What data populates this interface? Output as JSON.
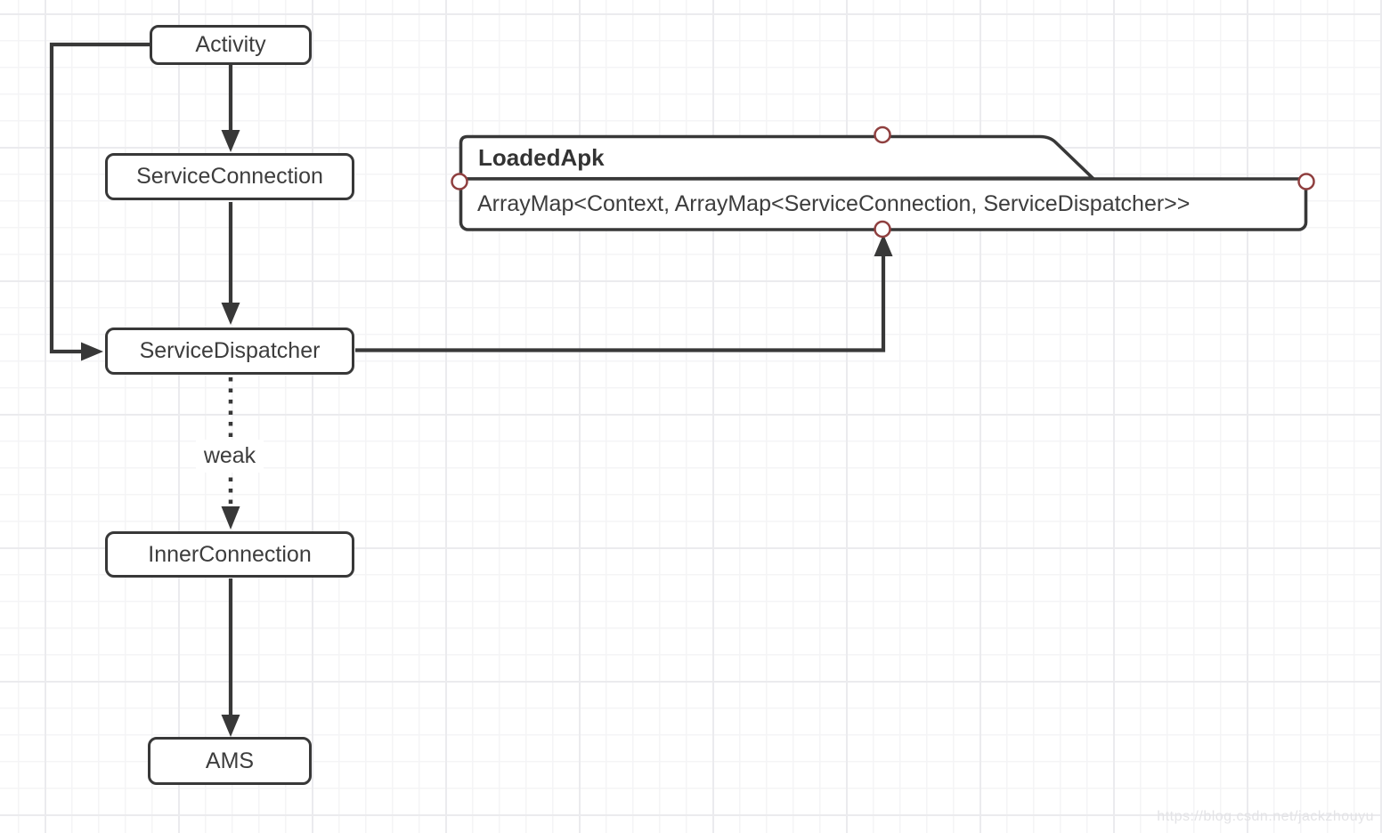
{
  "diagram": {
    "node_activity": {
      "label": "Activity"
    },
    "node_service_connection": {
      "label": "ServiceConnection"
    },
    "node_service_dispatcher": {
      "label": "ServiceDispatcher"
    },
    "node_inner_connection": {
      "label": "InnerConnection"
    },
    "node_ams": {
      "label": "AMS"
    },
    "node_loaded_apk": {
      "title": "LoadedApk",
      "body": "ArrayMap<Context, ArrayMap<ServiceConnection, ServiceDispatcher>>"
    },
    "edge_weak": {
      "label": "weak"
    },
    "colors": {
      "stroke": "#383838",
      "text": "#3d3d3d",
      "node_fill": "#ffffff",
      "selection_handle": "#8f3f3f",
      "grid_minor": "#f4f4f6",
      "grid_major": "#ebebee",
      "watermark": "#e3e3e6"
    }
  },
  "watermark": {
    "text": "https://blog.csdn.net/jackzhouyu"
  }
}
